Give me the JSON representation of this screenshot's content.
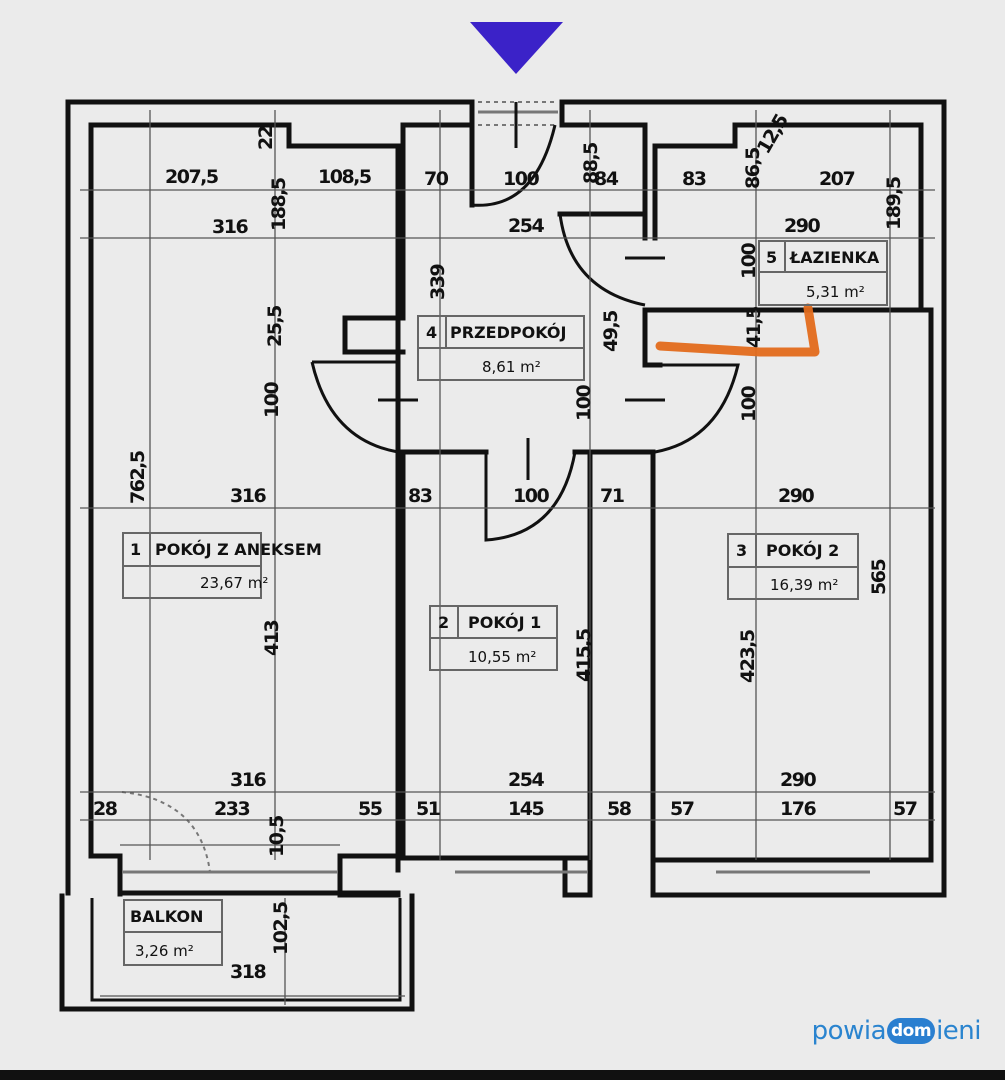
{
  "north_arrow": {
    "icon": "down-triangle-icon",
    "color": "#3b22c8"
  },
  "highlight_color": "#e36b1c",
  "rooms": [
    {
      "id": "1",
      "name": "POKÓJ Z ANEKSEM",
      "area": "23,67 m²"
    },
    {
      "id": "2",
      "name": "POKÓJ 1",
      "area": "10,55 m²"
    },
    {
      "id": "3",
      "name": "POKÓJ 2",
      "area": "16,39 m²"
    },
    {
      "id": "4",
      "name": "PRZEDPOKÓJ",
      "area": "8,61 m²"
    },
    {
      "id": "5",
      "name": "ŁAZIENKA",
      "area": "5,31 m²"
    },
    {
      "id": "",
      "name": "BALKON",
      "area": "3,26 m²"
    }
  ],
  "dimensions": {
    "top": [
      "207,5",
      "108,5",
      "22",
      "316",
      "188,5",
      "70",
      "100",
      "88,5",
      "84",
      "254",
      "83",
      "86,5",
      "12,5",
      "207",
      "290",
      "189,5"
    ],
    "middle": [
      "339",
      "25,5",
      "100",
      "49,5",
      "100",
      "100",
      "41,5",
      "100",
      "762,5",
      "316",
      "83",
      "100",
      "71",
      "290"
    ],
    "vertical_rooms": [
      "413",
      "415,5",
      "423,5",
      "565"
    ],
    "bottom": [
      "316",
      "28",
      "233",
      "55",
      "10,5",
      "254",
      "51",
      "145",
      "58",
      "290",
      "57",
      "176",
      "57"
    ],
    "balcony": [
      "102,5",
      "318"
    ]
  },
  "logo": {
    "prefix": "powia",
    "bubble": "dom",
    "suffix": "ieni"
  }
}
